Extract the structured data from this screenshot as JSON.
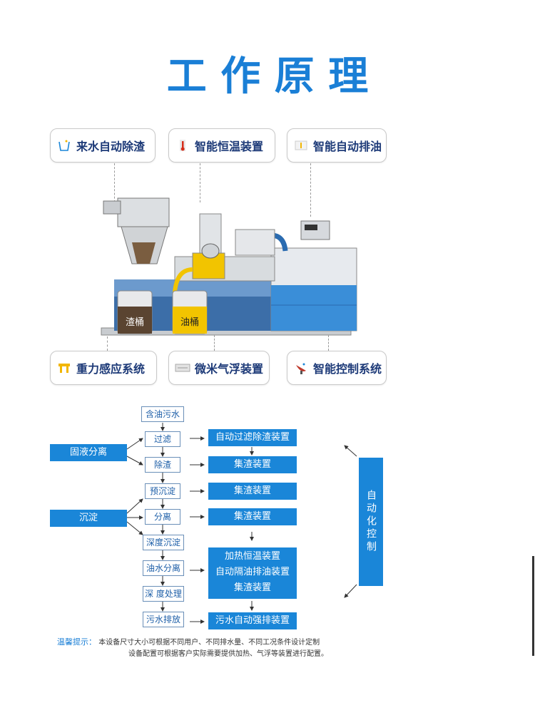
{
  "title": "工 作 原 理",
  "features_top": [
    {
      "label": "来水自动除渣",
      "icon": "basket-icon"
    },
    {
      "label": "智能恒温装置",
      "icon": "thermometer-icon"
    },
    {
      "label": "智能自动排油",
      "icon": "oil-drop-icon"
    }
  ],
  "features_bottom": [
    {
      "label": "重力感应系统",
      "icon": "gravity-icon"
    },
    {
      "label": "微米气浮装置",
      "icon": "bubble-plate-icon"
    },
    {
      "label": "智能控制系统",
      "icon": "satellite-dish-icon"
    }
  ],
  "machine": {
    "bucket_residue": "渣桶",
    "bucket_oil": "油桶"
  },
  "flow": {
    "steps": [
      "含油污水",
      "过滤",
      "除渣",
      "预沉淀",
      "分离",
      "深度沉淀",
      "油水分离",
      "深 度处理",
      "污水排放"
    ],
    "left_groups": [
      "固液分离",
      "沉淀"
    ],
    "devices": [
      "自动过滤除渣装置",
      "集渣装置",
      "集渣装置",
      "集渣装置"
    ],
    "device_multi": [
      "加热恒温装置",
      "自动隔油排油装置",
      "集渣装置"
    ],
    "device_last": "污水自动强排装置",
    "auto_control": "自动化控制"
  },
  "note": {
    "label": "温馨提示：",
    "line1": "本设备尺寸大小可根据不同用户、不同排水量、不同工况条件设计定制",
    "line2": "设备配置可根据客户实际需要提供加热、气浮等装置进行配置。"
  },
  "colors": {
    "accent": "#1a86d8",
    "title": "#1a7fd6",
    "card_text": "#1d3a78"
  }
}
